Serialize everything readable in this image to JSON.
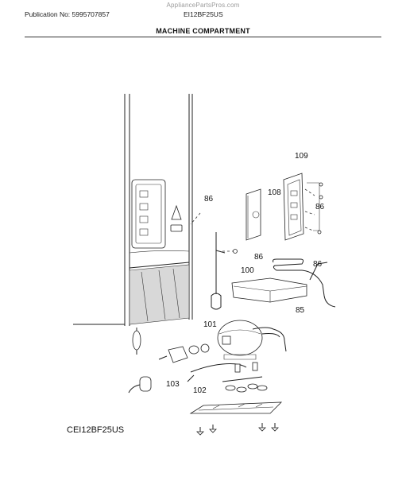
{
  "header": {
    "watermark": "AppliancePartsPros.com",
    "publication": "Publication No: 5995707857",
    "model": "EI12BF25US",
    "title": "MACHINE COMPARTMENT"
  },
  "callouts": {
    "c109": "109",
    "c108": "108",
    "c86_right": "86",
    "c86_left": "86",
    "c86_mid": "86",
    "c86_tray": "86",
    "c100": "100",
    "c85": "85",
    "c101": "101",
    "c103": "103",
    "c102": "102"
  },
  "footer": {
    "model_code": "CEI12BF25US"
  }
}
